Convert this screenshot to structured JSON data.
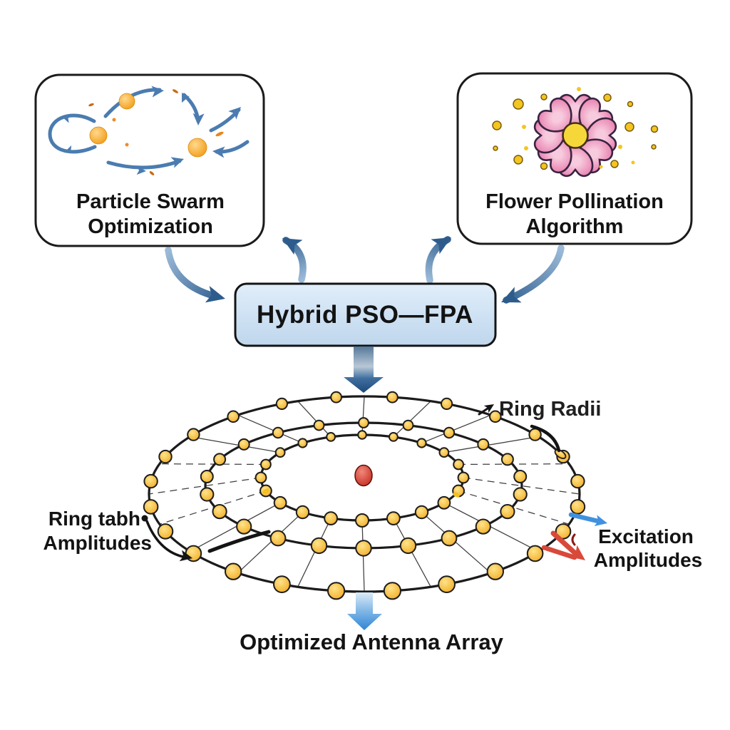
{
  "figure": {
    "pso_box": {
      "line1": "Particle Swarm",
      "line2": "Optimization"
    },
    "fpa_box": {
      "line1": "Flower Pollination",
      "line2": "Algorithm"
    },
    "hybrid_box": {
      "label": "Hybrid PSO—FPA"
    },
    "annotations": {
      "ring_radii": "Ring Radii",
      "ring_amplitudes_line1": "Ring tabh",
      "ring_amplitudes_line2": "Amplitudes",
      "excitation_line1": "Excitation",
      "excitation_line2": "Amplitudes",
      "output_label": "Optimized Antenna Array"
    },
    "colors": {
      "box_border": "#1b1b1b",
      "hybrid_fill_top": "#dcebf8",
      "hybrid_fill_bottom": "#c0d6ec",
      "flow_arrow_dark": "#2d5c8c",
      "flow_arrow_light": "#9bbad8",
      "down_arrow_navy": "#1d4879",
      "output_arrow_blue": "#2e85d5",
      "swarm_arrow_blue": "#4a7cb0",
      "particle_orange": "#f29a12",
      "petal_pink": "#ea87b1",
      "pollen_gold": "#f3c520",
      "element_gold": "#f0a81c",
      "center_red": "#c4281c",
      "excitation_blue_arrow": "#4090e0",
      "excitation_red_arrow": "#d9493a",
      "annotation_black": "#141414"
    },
    "antenna_array": {
      "rings": [
        {
          "name": "outer-ring",
          "dots": 24
        },
        {
          "name": "middle-ring",
          "dots": 22
        },
        {
          "name": "inner-ring",
          "dots": 20
        }
      ],
      "spokes": 20,
      "center": "feed-element"
    }
  }
}
